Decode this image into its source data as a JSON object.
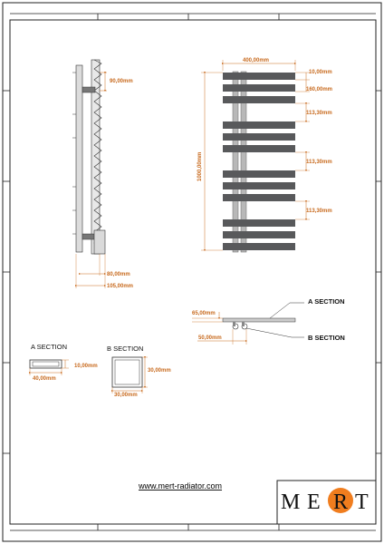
{
  "dimensions": {
    "width_top": "400,00mm",
    "bar_thickness": "10,00mm",
    "bar_gap": "160,00mm",
    "group_gap_1": "113,30mm",
    "group_gap_2": "113,30mm",
    "group_gap_3": "113,30mm",
    "height": "1000,00mm",
    "side_top_offset": "90,00mm",
    "side_depth_1": "80,00mm",
    "side_depth_2": "105,00mm",
    "top_view_depth": "65,00mm",
    "top_view_gap": "50,00mm",
    "section_a_width": "40,00mm",
    "section_a_height": "10,00mm",
    "section_b_width": "30,00mm",
    "section_b_height": "30,00mm"
  },
  "labels": {
    "a_section_callout": "A SECTION",
    "b_section_callout": "B SECTION",
    "a_section_title": "A SECTION",
    "b_section_title": "B SECTION"
  },
  "footer": {
    "website": "www.mert-radiator.com",
    "logo_m": "M",
    "logo_e": "E",
    "logo_r": "R",
    "logo_t": "T"
  },
  "colors": {
    "dimension": "#c86a1e",
    "bar": "#58595b",
    "pipe": "#b8b8b8",
    "logo_circle": "#f07d1e"
  }
}
